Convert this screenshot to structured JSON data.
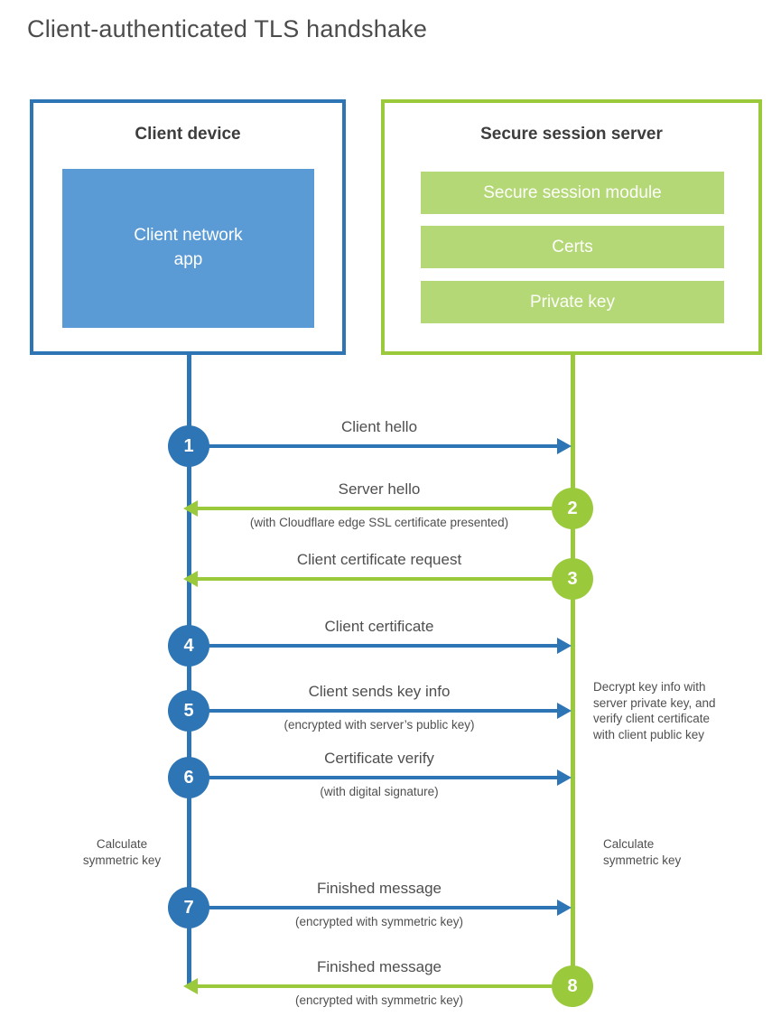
{
  "title": "Client-authenticated TLS handshake",
  "colors": {
    "blue": "#2e75b6",
    "light_blue": "#5b9bd5",
    "green": "#9aca3b",
    "light_green": "#b5d877",
    "text_gray": "#4f4f4f"
  },
  "client_box": {
    "title": "Client device",
    "app_label": "Client network\napp"
  },
  "server_box": {
    "title": "Secure session server",
    "modules": [
      "Secure session module",
      "Certs",
      "Private key"
    ]
  },
  "steps": [
    {
      "num": "1",
      "from": "client",
      "direction": "right",
      "label": "Client hello",
      "sub": ""
    },
    {
      "num": "2",
      "from": "server",
      "direction": "left",
      "label": "Server hello",
      "sub": "(with Cloudflare edge SSL certificate presented)"
    },
    {
      "num": "3",
      "from": "server",
      "direction": "left",
      "label": "Client certificate request",
      "sub": ""
    },
    {
      "num": "4",
      "from": "client",
      "direction": "right",
      "label": "Client certificate",
      "sub": ""
    },
    {
      "num": "5",
      "from": "client",
      "direction": "right",
      "label": "Client sends key info",
      "sub": "(encrypted with server’s public key)"
    },
    {
      "num": "6",
      "from": "client",
      "direction": "right",
      "label": "Certificate verify",
      "sub": "(with digital signature)"
    },
    {
      "num": "7",
      "from": "client",
      "direction": "right",
      "label": "Finished message",
      "sub": "(encrypted with symmetric key)"
    },
    {
      "num": "8",
      "from": "server",
      "direction": "left",
      "label": "Finished message",
      "sub": "(encrypted with symmetric key)"
    }
  ],
  "annotations": {
    "decrypt_note": "Decrypt key info with\nserver private key, and\nverify client certificate\nwith client public key",
    "calculate_left": "Calculate\nsymmetric key",
    "calculate_right": "Calculate\nsymmetric key"
  }
}
